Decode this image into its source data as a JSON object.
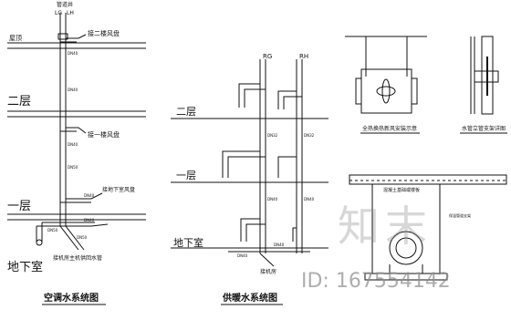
{
  "left_diagram": {
    "title": "空调水系统图",
    "top_label": "管道井",
    "pipe_labels": [
      "LG",
      "LH"
    ],
    "floor_labels": {
      "roof": "屋顶",
      "second": "二层",
      "first": "一层",
      "basement": "地下室"
    },
    "annotations": {
      "to_fcu_2": "接二楼风盘",
      "to_fcu_1": "接一楼风盘",
      "to_basement_fcu": "接地下室风盘",
      "main_supply": "接机房主机供回水管"
    },
    "sizes": [
      "DN40",
      "DN40",
      "DN40",
      "DN50",
      "DN40",
      "DN40",
      "DN50",
      "DN50"
    ]
  },
  "middle_diagram": {
    "title": "供暖水系统图",
    "pipe_labels": [
      "RG",
      "RH"
    ],
    "floor_labels": {
      "second": "二层",
      "first": "一层",
      "basement": "地下室"
    },
    "annotations": {
      "main_pipe": "接机房"
    },
    "sizes": [
      "DN32",
      "DN32",
      "DN40",
      "DN40",
      "DN40",
      "DN40"
    ]
  },
  "detail_1": {
    "caption": "全热换热新风安装示意"
  },
  "detail_2": {
    "caption": "水管立管支架详图"
  },
  "detail_3": {
    "label_top": "混凝土基础或楼板",
    "label_right": "保温管道支架"
  },
  "watermark": {
    "logo_text": "知末",
    "id_text": "ID: 167554142"
  },
  "colors": {
    "line": "#111111",
    "watermark": "#9a9a9a"
  }
}
